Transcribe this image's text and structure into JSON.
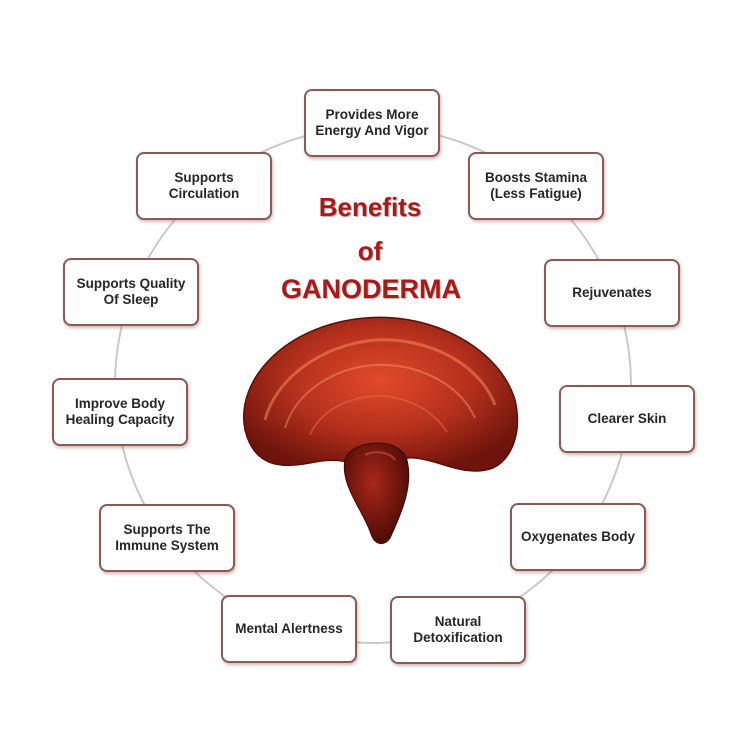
{
  "title": {
    "line1": "Benefits",
    "line2": "of",
    "line3": "GANODERMA"
  },
  "benefits": [
    "Provides More\nEnergy And Vigor",
    "Boosts Stamina\n(Less Fatigue)",
    "Rejuvenates",
    "Clearer Skin",
    "Oxygenates Body",
    "Natural\nDetoxification",
    "Mental Alertness",
    "Supports The\nImmune System",
    "Improve Body\nHealing Capacity",
    "Supports Quality\nOf Sleep",
    "Supports\nCirculation"
  ],
  "colors": {
    "title": "#a8191a",
    "box_border": "#8a5a55",
    "ring": "#c9c9c9",
    "mushroom": "#b4301c"
  },
  "icons": {
    "center_image": "ganoderma-mushroom-icon"
  }
}
